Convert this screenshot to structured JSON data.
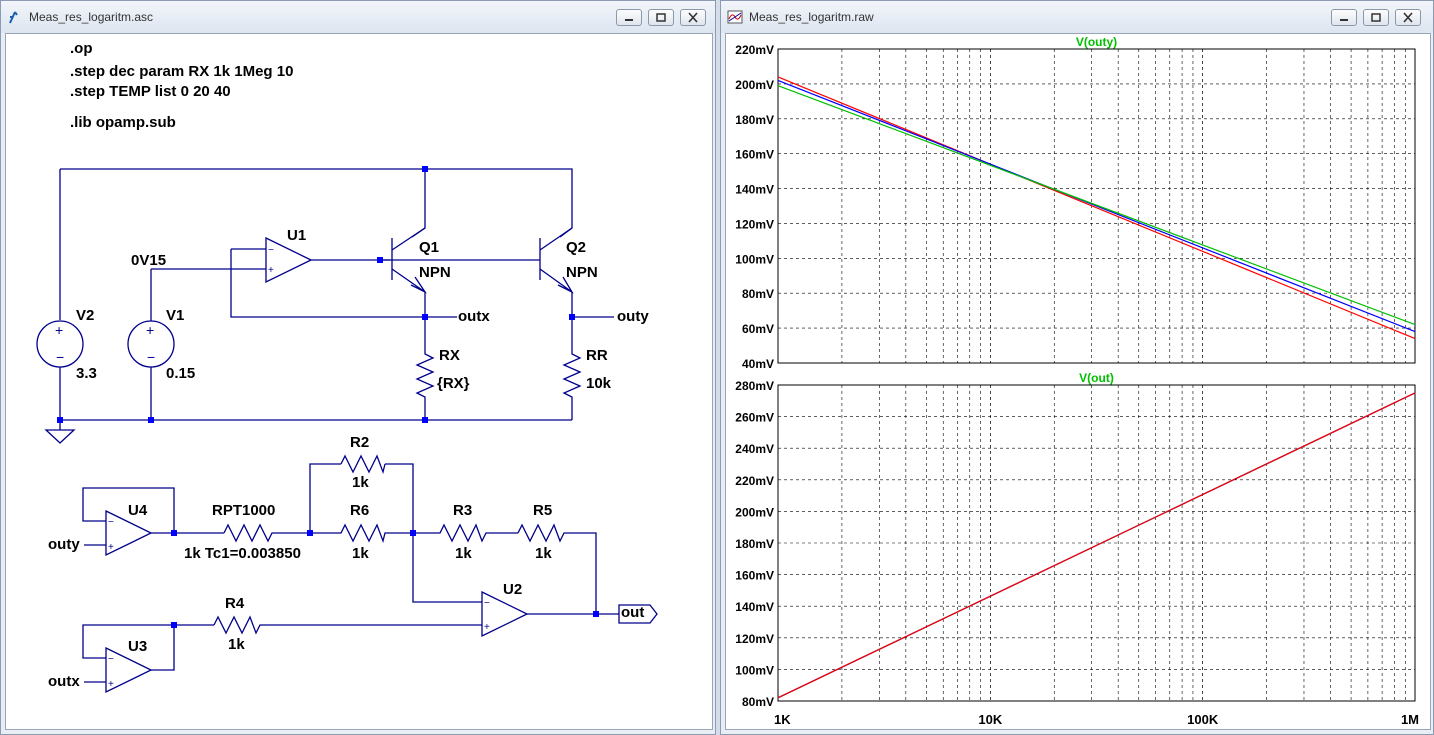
{
  "schematic_window": {
    "title": "Meas_res_logaritm.asc",
    "directives": [
      ".op",
      ".step dec param RX 1k 1Meg 10",
      ".step TEMP list 0 20 40",
      ".lib opamp.sub"
    ],
    "labels": {
      "u1": "U1",
      "u2": "U2",
      "u3": "U3",
      "u4": "U4",
      "q1": "Q1",
      "q1_model": "NPN",
      "q2": "Q2",
      "q2_model": "NPN",
      "v1": "V1",
      "v1_value": "0.15",
      "v2": "V2",
      "v2_value": "3.3",
      "rx": "RX",
      "rx_value": "{RX}",
      "rr": "RR",
      "rr_value": "10k",
      "r2": "R2",
      "r2_value": "1k",
      "r6": "R6",
      "r6_value": "1k",
      "r3": "R3",
      "r3_value": "1k",
      "r5": "R5",
      "r5_value": "1k",
      "r4": "R4",
      "r4_value": "1k",
      "rpt": "RPT1000",
      "rpt_value": "1k Tc1=0.003850",
      "net_0v15": "0V15",
      "net_outx": "outx",
      "net_outy": "outy",
      "net_outy_in": "outy",
      "net_outx_in": "outx",
      "net_out": "out"
    }
  },
  "waveform_window": {
    "title": "Meas_res_logaritm.raw",
    "x_ticks": [
      "1K",
      "10K",
      "100K",
      "1M"
    ]
  },
  "chart_data": [
    {
      "type": "line",
      "title": "V(outy)",
      "x_scale": "log",
      "xlim": [
        1000,
        1000000
      ],
      "ylim": [
        40,
        220
      ],
      "y_unit": "mV",
      "y_ticks": [
        "220mV",
        "200mV",
        "180mV",
        "160mV",
        "140mV",
        "120mV",
        "100mV",
        "80mV",
        "60mV",
        "40mV"
      ],
      "grid": true,
      "series": [
        {
          "color": "#ff0000",
          "x": [
            1000,
            1000000
          ],
          "y": [
            204,
            54
          ]
        },
        {
          "color": "#0000ff",
          "x": [
            1000,
            1000000
          ],
          "y": [
            202,
            58
          ]
        },
        {
          "color": "#00c000",
          "x": [
            1000,
            1000000
          ],
          "y": [
            199,
            62
          ]
        }
      ]
    },
    {
      "type": "line",
      "title": "V(out)",
      "x_scale": "log",
      "xlim": [
        1000,
        1000000
      ],
      "ylim": [
        80,
        280
      ],
      "y_unit": "mV",
      "y_ticks": [
        "280mV",
        "260mV",
        "240mV",
        "220mV",
        "200mV",
        "180mV",
        "160mV",
        "140mV",
        "120mV",
        "100mV",
        "80mV"
      ],
      "grid": true,
      "series": [
        {
          "color": "#00c000",
          "x": [
            1000,
            1000000
          ],
          "y": [
            82,
            275
          ]
        },
        {
          "color": "#0000ff",
          "x": [
            1000,
            1000000
          ],
          "y": [
            82,
            275
          ]
        },
        {
          "color": "#ff0000",
          "x": [
            1000,
            1000000
          ],
          "y": [
            82,
            275
          ]
        }
      ]
    }
  ]
}
